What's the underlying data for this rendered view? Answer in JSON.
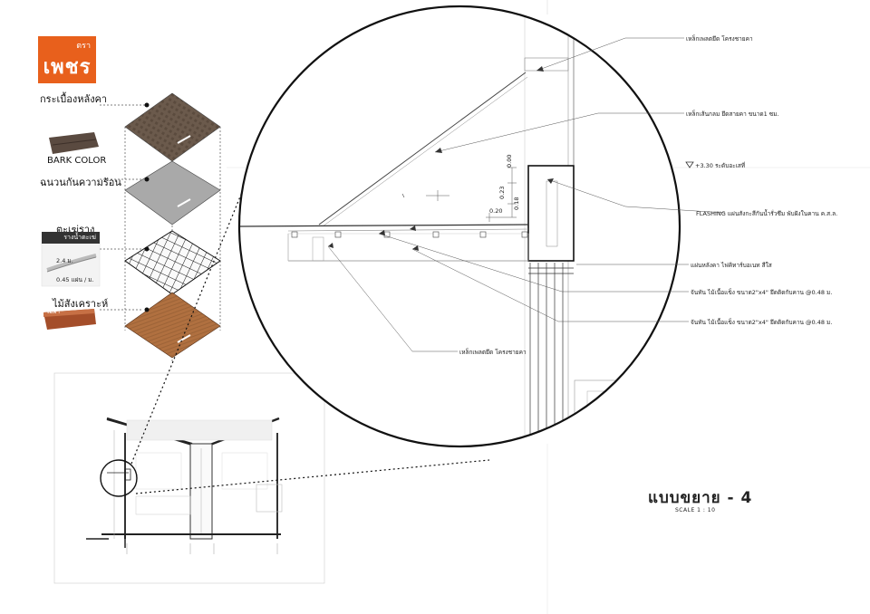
{
  "logo": {
    "brand": "เพชร",
    "small": "ตรา"
  },
  "layers": {
    "roof_tile": "กระเบื้องหลังคา",
    "bark_color": "BARK COLOR",
    "insulation": "ฉนวนกันความร้อน",
    "gutter": "ตะเฆ่ราง",
    "gutter_sub": "รางน้ำตะเฆ่",
    "gutter_dim1": "2.4 ม.",
    "gutter_dim2": "0.45 แผ่น / ม.",
    "wood": "ไม้สังเคราะห์",
    "wood_sub": "ไม้ฝา"
  },
  "notes": {
    "n1": "เหล็กเพลตยึด โครงชายคา",
    "n2": "เหล็กเส้นกลม ยึดสายคา ขนาด1 ซม.",
    "n3": "+3.30  ระดับอะเสที่",
    "n4": "FLASHING แผ่นสังกะสีกันน้ำรั่วซึม พับฝังในคาน ค.ส.ล.",
    "n5": "แผ่นหลังคา ไฟคิทาร์บอเนท สีใส",
    "n6": "จันทัน ไม้เนื้อแข็ง ขนาด2\"x4\"  ยึดติดกับคาน @0.48 ม.",
    "n7": "จันทัน ไม้เนื้อแข็ง ขนาด2\"x4\"  ยึดติดกับคาน @0.48 ม.",
    "n8": "เหล็กเพลตยึด โครงชายคา"
  },
  "dims": {
    "d1": "0.00",
    "d2": "0.23",
    "d3": "0.18",
    "d4": "0.20"
  },
  "title": "แบบขยาย - 4",
  "scale": "SCALE  1 : 10"
}
